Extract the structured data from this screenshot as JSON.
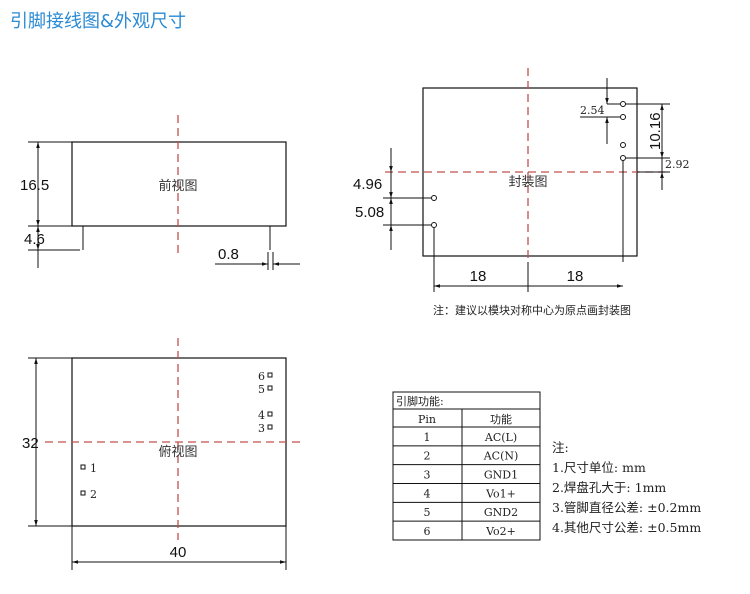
{
  "title": "引脚接线图&外观尺寸",
  "front_view": {
    "label": "前视图",
    "height": "16.5",
    "pin_length": "4.6",
    "pin_width": "0.8"
  },
  "package_view": {
    "label": "封装图",
    "pitch_top": "2.54",
    "span_right": "10.16",
    "offset_right": "2.92",
    "offset_left": "4.96",
    "pitch_left": "5.08",
    "half_width_left": "18",
    "half_width_right": "18",
    "note": "注：建议以模块对称中心为原点画封装图"
  },
  "top_view": {
    "label": "俯视图",
    "height": "32",
    "width": "40",
    "pins": [
      "1",
      "2",
      "3",
      "4",
      "5",
      "6"
    ]
  },
  "pin_table": {
    "title": "引脚功能:",
    "headers": [
      "Pin",
      "功能"
    ],
    "rows": [
      [
        "1",
        "AC(L)"
      ],
      [
        "2",
        "AC(N)"
      ],
      [
        "3",
        "GND1"
      ],
      [
        "4",
        "Vo1+"
      ],
      [
        "5",
        "GND2"
      ],
      [
        "6",
        "Vo2+"
      ]
    ]
  },
  "notes": {
    "heading": "注:",
    "items": [
      "1.尺寸单位: mm",
      "2.焊盘孔大于: 1mm",
      "3.管脚直径公差: ±0.2mm",
      "4.其他尺寸公差: ±0.5mm"
    ]
  },
  "colors": {
    "title": "#2a8ad4",
    "centerline": "#c0504d"
  }
}
